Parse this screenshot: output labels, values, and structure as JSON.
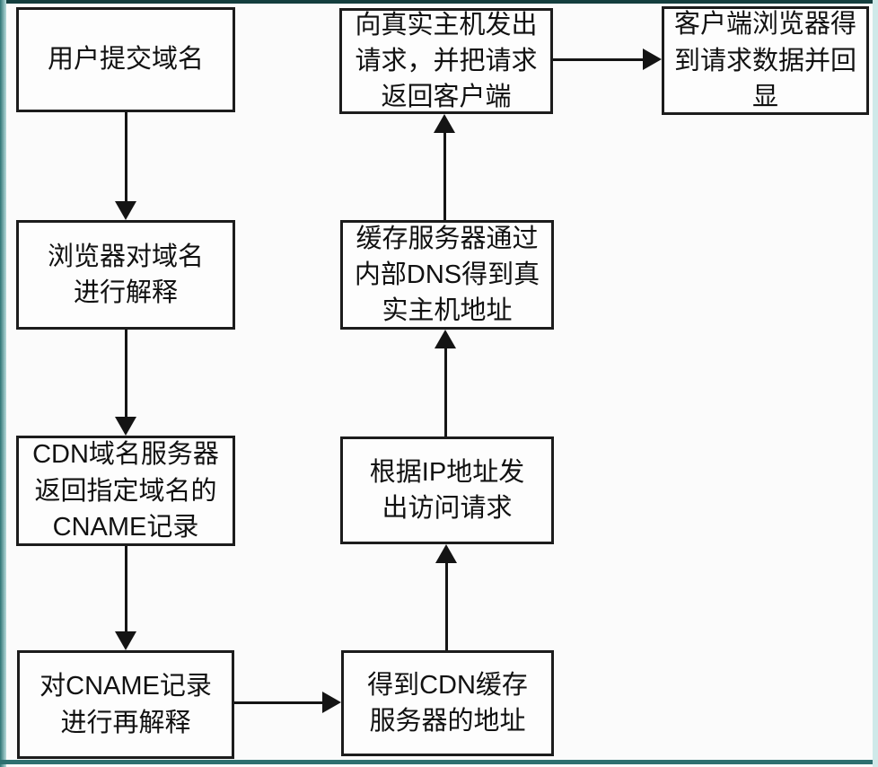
{
  "diagram": {
    "type": "flowchart",
    "language": "zh",
    "colors": {
      "background": "#fbfbfb",
      "node_fill": "#fdfdfd",
      "node_border": "#1c1c1c",
      "line_color": "#141414",
      "frame_top": "#143e3e",
      "frame_left": "#2e7474",
      "frame_bottom": "#2e7070",
      "frame_right": "#cfe9e9"
    },
    "nodes": [
      {
        "id": "user-submits-domain",
        "text": "用户提交域名"
      },
      {
        "id": "browser-resolves-domain",
        "text": "浏览器对域名\n进行解释"
      },
      {
        "id": "cdn-dns-returns-cname",
        "text": "CDN域名服务器\n返回指定域名的\nCNAME记录"
      },
      {
        "id": "resolve-cname-again",
        "text": "对CNAME记录\n进行再解释"
      },
      {
        "id": "get-cdn-cache-address",
        "text": "得到CDN缓存\n服务器的地址"
      },
      {
        "id": "send-request-by-ip",
        "text": "根据IP地址发\n出访问请求"
      },
      {
        "id": "cache-server-internal-dns",
        "text": "缓存服务器通过\n内部DNS得到真\n实主机地址"
      },
      {
        "id": "request-real-host",
        "text": "向真实主机发出\n请求，并把请求\n返回客户端"
      },
      {
        "id": "client-browser-display",
        "text": "客户端浏览器得\n到请求数据并回\n显"
      }
    ],
    "edges": [
      {
        "from": "user-submits-domain",
        "to": "browser-resolves-domain",
        "direction": "down"
      },
      {
        "from": "browser-resolves-domain",
        "to": "cdn-dns-returns-cname",
        "direction": "down"
      },
      {
        "from": "cdn-dns-returns-cname",
        "to": "resolve-cname-again",
        "direction": "down"
      },
      {
        "from": "resolve-cname-again",
        "to": "get-cdn-cache-address",
        "direction": "right"
      },
      {
        "from": "get-cdn-cache-address",
        "to": "send-request-by-ip",
        "direction": "up"
      },
      {
        "from": "send-request-by-ip",
        "to": "cache-server-internal-dns",
        "direction": "up"
      },
      {
        "from": "cache-server-internal-dns",
        "to": "request-real-host",
        "direction": "up"
      },
      {
        "from": "request-real-host",
        "to": "client-browser-display",
        "direction": "right"
      }
    ]
  }
}
